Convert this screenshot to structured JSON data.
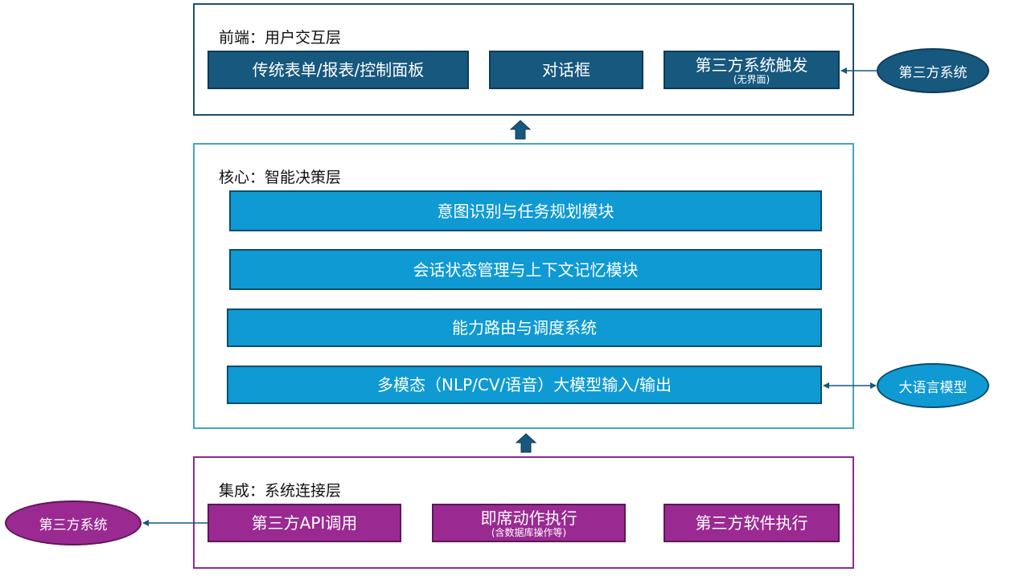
{
  "colors": {
    "frontend_border": "#1e4f70",
    "frontend_box": "#17587e",
    "core_border": "#44a4c4",
    "core_box": "#0f9ad3",
    "integration_border": "#8e2b8e",
    "integration_box": "#9a2a92",
    "arrow": "#17587e"
  },
  "frontend": {
    "title": "前端：用户交互层",
    "boxes": [
      {
        "label": "传统表单/报表/控制面板"
      },
      {
        "label": "对话框"
      },
      {
        "label": "第三方系统触发",
        "sublabel": "(无界面)"
      }
    ],
    "external": "第三方系统"
  },
  "core": {
    "title": "核心：智能决策层",
    "modules": [
      "意图识别与任务规划模块",
      "会话状态管理与上下文记忆模块",
      "能力路由与调度系统",
      "多模态（NLP/CV/语音）大模型输入/输出"
    ],
    "external": "大语言模型"
  },
  "integration": {
    "title": "集成：系统连接层",
    "boxes": [
      {
        "label": "第三方API调用"
      },
      {
        "label": "即席动作执行",
        "sublabel": "(含数据库操作等)"
      },
      {
        "label": "第三方软件执行"
      }
    ],
    "external": "第三方系统"
  }
}
